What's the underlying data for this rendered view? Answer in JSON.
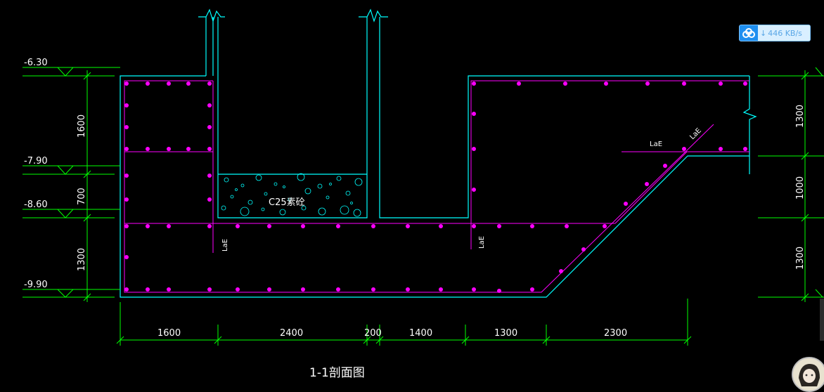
{
  "drawing": {
    "title": "1-1剖面图",
    "levels": [
      "-6.30",
      "-7.90",
      "-8.60",
      "-9.90"
    ],
    "left_vertical_dims": [
      "1600",
      "700",
      "1300"
    ],
    "right_vertical_dims": [
      "1300",
      "1000",
      "1300"
    ],
    "bottom_dims": [
      "1600",
      "2400",
      "200",
      "1400",
      "1300",
      "2300"
    ],
    "concrete_label": "C25素砼",
    "lae_labels": [
      "LaE",
      "LaE",
      "LaE",
      "LaE"
    ],
    "colors": {
      "background": "#000000",
      "outline": "#00ffff",
      "rebar": "#ff00ff",
      "dimension": "#00ff00",
      "text": "#ffffff"
    }
  },
  "overlay": {
    "download_speed": "446 KB/s",
    "speed_icon": "cloud-icon",
    "arrow_icon": "down-arrow-icon"
  }
}
